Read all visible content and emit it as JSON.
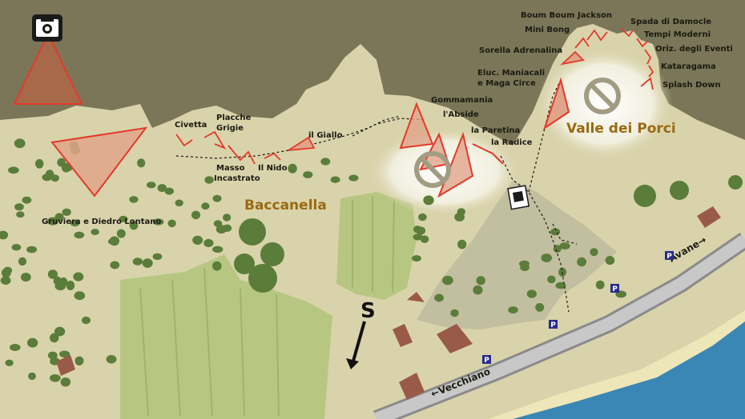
{
  "colors": {
    "background": "#7b7658",
    "terrain": "#d9d3ab",
    "field": "#b7c782",
    "field_dark": "#a1b46a",
    "tree": "#5a7d3a",
    "rock": "#c2bea0",
    "crag_red": "#e23a2a",
    "crag_fill": "#e0a48a",
    "sea": "#3a86b4",
    "road": "#8a8a8a",
    "building": "#9a5a48",
    "parking": "#2a2c8a",
    "area_label": "#9a6a12"
  },
  "icons": {
    "viewpoint": "camera-icon",
    "forbidden": "no-entry-icon",
    "refuge": "hut-icon",
    "parking": "parking-icon",
    "direction": "arrow-icon"
  },
  "areas": {
    "baccanella": "Baccanella",
    "valle_dei_porci": "Valle dei Porci"
  },
  "sectors": {
    "gruviera": "Gruviera e Diedro Lontano",
    "civetta": "Civetta",
    "placche_1": "Placche",
    "placche_2": "Grigie",
    "masso_1": "Masso",
    "masso_2": "Incastrato",
    "il_nido": "Il Nido",
    "il_giallo": "il Giallo",
    "gommamania": "Gommamania",
    "abside": "l'Abside",
    "paretina": "la Paretina",
    "radice": "la Radice",
    "boum": "Boum Boum Jackson",
    "mini_bong": "Mini Bong",
    "sorella": "Sorella Adrenalina",
    "eluc_1": "Eluc. Maniacali",
    "eluc_2": "e Maga Circe",
    "spada": "Spada di Damocle",
    "tempi": "Tempi Moderni",
    "oriz": "Oriz. degli Eventi",
    "kataragama": "Kataragama",
    "splash": "Splash Down"
  },
  "roads": {
    "avane": "Avane→",
    "vecchiano": "←Vecchiano"
  },
  "parking": {
    "label": "P"
  },
  "direction": {
    "label": "S"
  }
}
